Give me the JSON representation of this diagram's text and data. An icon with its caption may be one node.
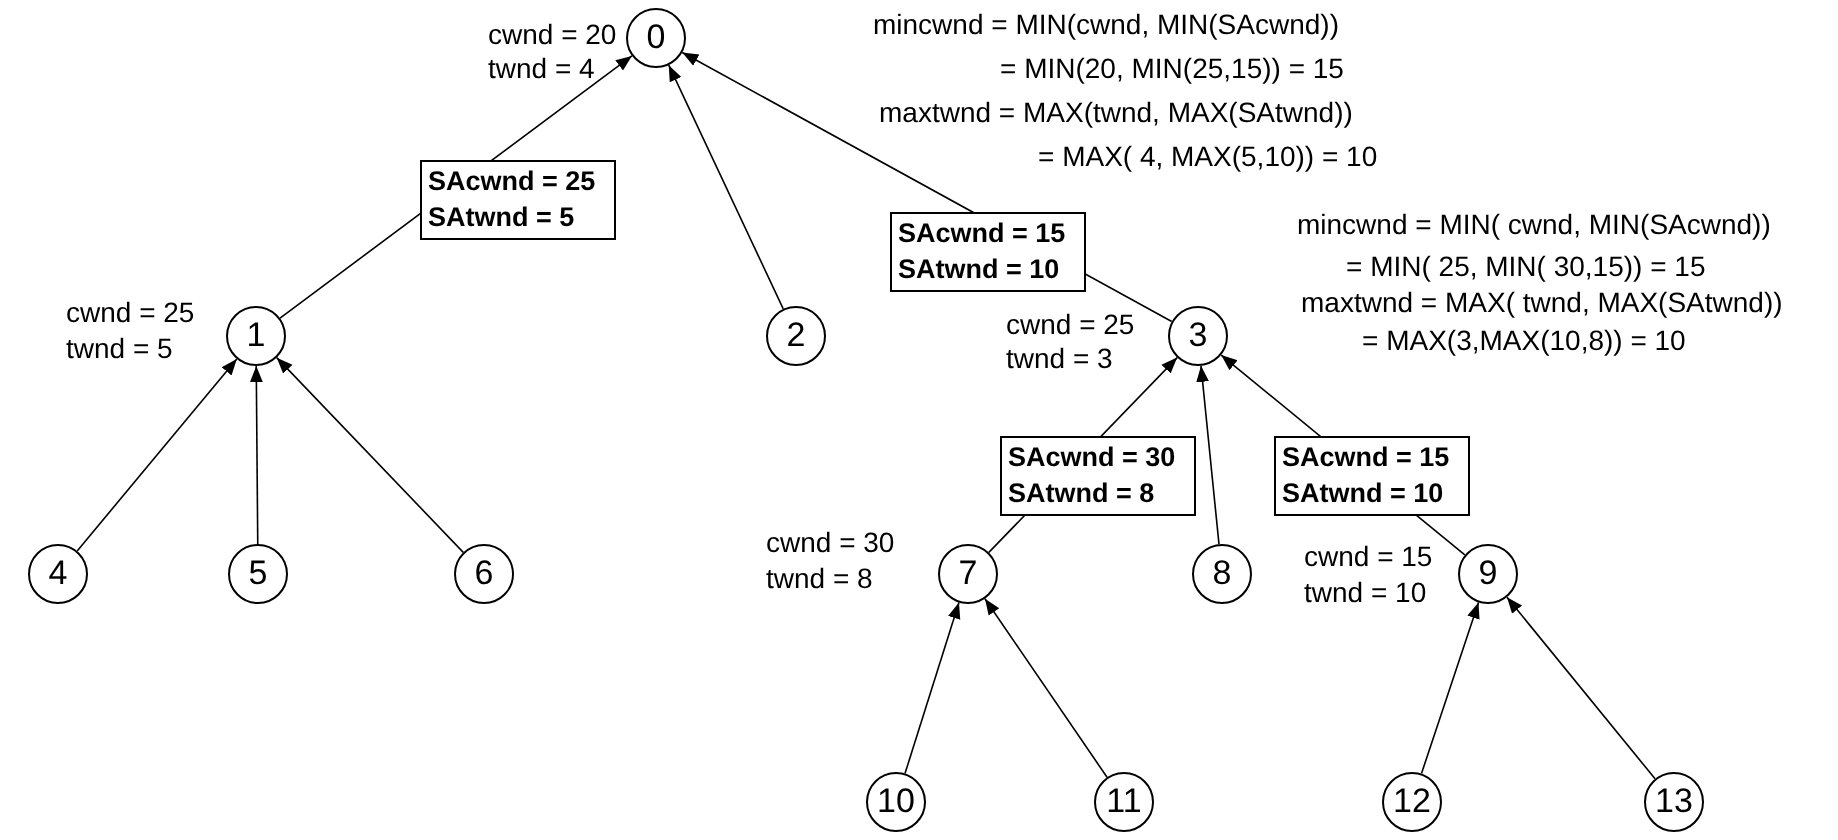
{
  "diagram": {
    "nodes": [
      {
        "text": [
          "0"
        ],
        "beside": [
          "cwnd = 20",
          "twnd = 4",
          "mincwnd = MIN(cwnd, MIN(SAcwnd))",
          "= MIN(20, MIN(25,15)) = 15",
          "maxtwnd = MAX(twnd, MAX(SAtwnd))",
          "= MAX( 4, MAX(5,10)) = 10"
        ]
      },
      {
        "text": [
          "1"
        ],
        "beside": [
          "cwnd = 25",
          "twnd = 5"
        ]
      },
      {
        "text": [
          "2"
        ]
      },
      {
        "text": [
          "3"
        ],
        "beside": [
          "cwnd = 25",
          "twnd = 3",
          "mincwnd = MIN( cwnd, MIN(SAcwnd))",
          "= MIN( 25, MIN( 30,15)) = 15",
          "maxtwnd = MAX( twnd, MAX(SAtwnd))",
          "= MAX(3,MAX(10,8)) = 10"
        ]
      },
      {
        "text": [
          "4"
        ]
      },
      {
        "text": [
          "5"
        ]
      },
      {
        "text": [
          "6"
        ]
      },
      {
        "text": [
          "7"
        ],
        "beside": [
          "cwnd = 30",
          "twnd = 8"
        ]
      },
      {
        "text": [
          "8"
        ]
      },
      {
        "text": [
          "9"
        ],
        "beside": [
          "cwnd = 15",
          "twnd = 10"
        ]
      },
      {
        "text": [
          "10"
        ]
      },
      {
        "text": [
          "11"
        ]
      },
      {
        "text": [
          "12"
        ]
      },
      {
        "text": [
          "13"
        ]
      }
    ],
    "edges": [
      {
        "from": 1,
        "to": 0,
        "arrow": "to",
        "label": "SAcwnd = 25 SAtwnd = 5"
      },
      {
        "from": 2,
        "to": 0,
        "arrow": "to"
      },
      {
        "from": 3,
        "to": 0,
        "arrow": "to",
        "label": "SAcwnd = 15 SAtwnd = 10"
      },
      {
        "from": 4,
        "to": 1,
        "arrow": "to"
      },
      {
        "from": 5,
        "to": 1,
        "arrow": "to"
      },
      {
        "from": 6,
        "to": 1,
        "arrow": "to"
      },
      {
        "from": 7,
        "to": 3,
        "arrow": "to",
        "label": "SAcwnd = 30 SAtwnd = 8"
      },
      {
        "from": 8,
        "to": 3,
        "arrow": "to"
      },
      {
        "from": 9,
        "to": 3,
        "arrow": "to",
        "label": "SAcwnd = 15 SAtwnd = 10"
      },
      {
        "from": 10,
        "to": 7,
        "arrow": "to"
      },
      {
        "from": 11,
        "to": 7,
        "arrow": "to"
      },
      {
        "from": 12,
        "to": 9,
        "arrow": "to"
      },
      {
        "from": 13,
        "to": 9,
        "arrow": "to"
      }
    ]
  }
}
